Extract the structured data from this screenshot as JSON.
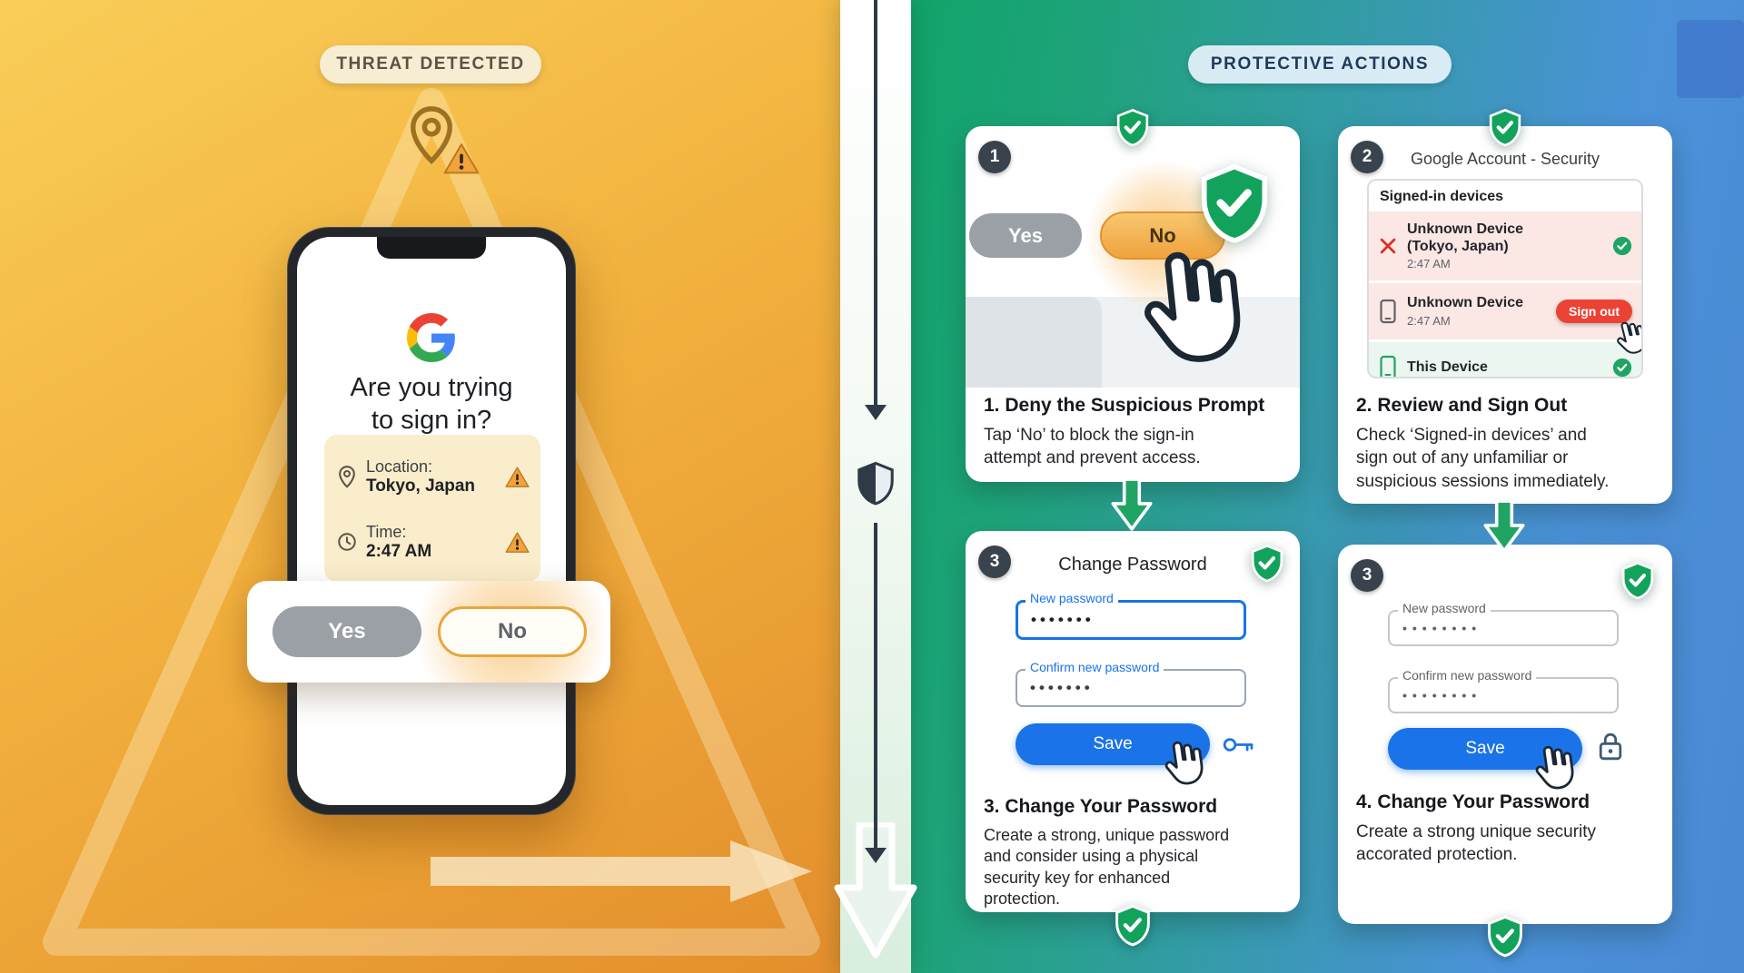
{
  "left": {
    "badge_label": "THREAT DETECTED",
    "phone": {
      "question": "Are you trying\nto sign in?",
      "location_label": "Location:",
      "location_value": "Tokyo, Japan",
      "time_label": "Time:",
      "time_value": "2:47 AM",
      "yes_label": "Yes",
      "no_label": "No"
    }
  },
  "right": {
    "badge_label": "PROTECTIVE ACTIONS",
    "card1": {
      "number": "1",
      "yes_label": "Yes",
      "no_label": "No",
      "title": "1. Deny the Suspicious Prompt",
      "body": "Tap ‘No’ to block the sign-in\nattempt and prevent access."
    },
    "card2": {
      "number": "2",
      "header": "Google Account - Security",
      "panel_title": "Signed-in devices",
      "device1_name": "Unknown Device",
      "device1_sub": "(Tokyo, Japan)",
      "device1_time": "2:47 AM",
      "device2_name": "Unknown Device",
      "device2_time": "2:47 AM",
      "device2_action": "Sign out",
      "device3_name": "This Device",
      "title": "2. Review and Sign Out",
      "body": "Check ‘Signed-in devices’ and\nsign out of any unfamiliar or\nsuspicious sessions immediately."
    },
    "card3": {
      "number": "3",
      "header": "Change Password",
      "new_password_label": "New password",
      "new_password_value": "•••••••",
      "confirm_label": "Confirm new password",
      "confirm_value": "•••••••",
      "save_label": "Save",
      "title": "3. Change Your Password",
      "body": "Create a strong, unique password\nand consider using a physical\nsecurity key for enhanced\nprotection."
    },
    "card4": {
      "number": "3",
      "new_password_label": "New password",
      "new_password_value": "••••••••",
      "confirm_label": "Confirm new password",
      "confirm_value": "••••••••",
      "save_label": "Save",
      "title": "4. Change Your Password",
      "body": "Create a strong unique security\naccorated protection."
    }
  },
  "colors": {
    "brand_blue": "#1A73E8",
    "success_green": "#1FA463",
    "alert_red": "#EA4335",
    "warning_orange": "#F2A33C",
    "threat_gradient": [
      "#F9CE58",
      "#E38E2C"
    ],
    "protect_gradient": [
      "#0CA464",
      "#4A89D4"
    ]
  }
}
